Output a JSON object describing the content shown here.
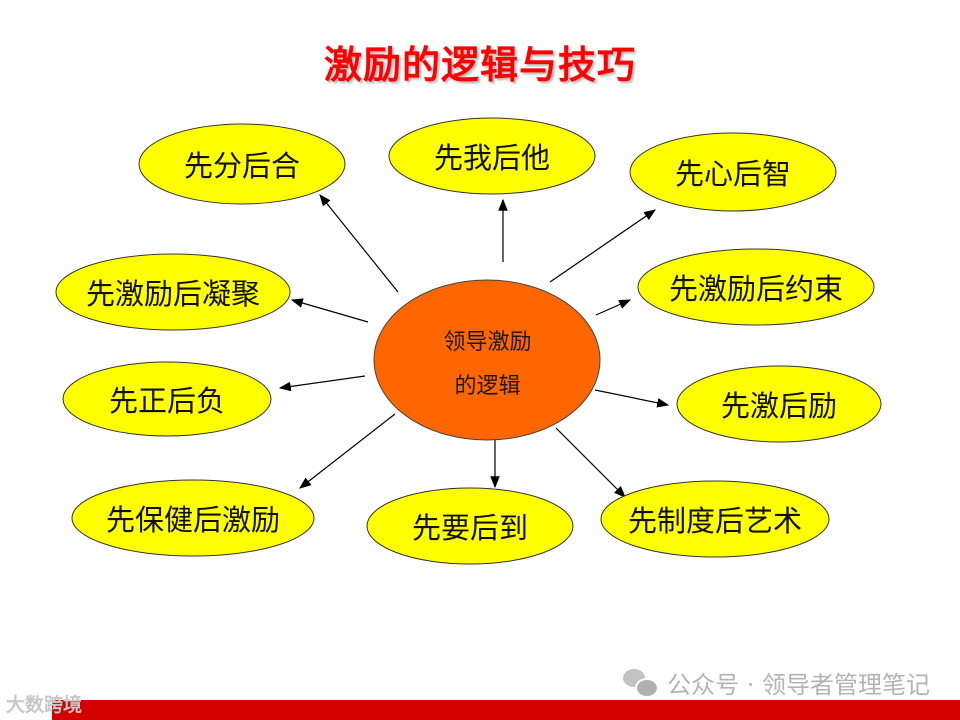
{
  "title": "激励的逻辑与技巧",
  "center": {
    "line1": "领导激励",
    "line2": "的逻辑",
    "fill": "#ff6600"
  },
  "node_fill": "#ffff00",
  "nodes": [
    {
      "id": "top-left",
      "label": "先分后合"
    },
    {
      "id": "top",
      "label": "先我后他"
    },
    {
      "id": "top-right",
      "label": "先心后智"
    },
    {
      "id": "left-upper",
      "label": "先激励后凝聚"
    },
    {
      "id": "right-upper",
      "label": "先激励后约束"
    },
    {
      "id": "left-mid",
      "label": "先正后负"
    },
    {
      "id": "right-mid",
      "label": "先激后励"
    },
    {
      "id": "bottom-left",
      "label": "先保健后激励"
    },
    {
      "id": "bottom",
      "label": "先要后到"
    },
    {
      "id": "bottom-right",
      "label": "先制度后艺术"
    }
  ],
  "footer": {
    "watermark": "公众号 · 领导者管理笔记",
    "logo": "大数跨境",
    "bar_color": "#d40000"
  }
}
